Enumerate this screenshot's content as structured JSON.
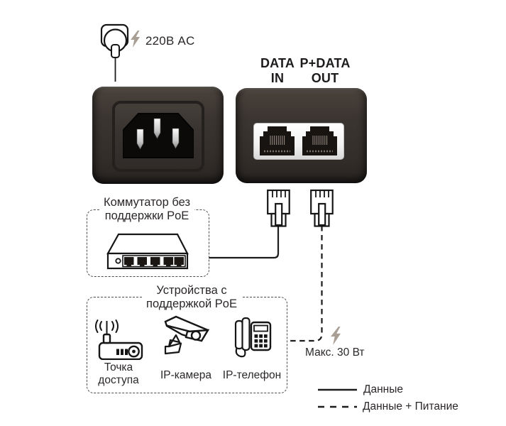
{
  "power_source": {
    "label": "220В AC"
  },
  "injector": {
    "port_in_label": "DATA\nIN",
    "port_out_label": "P+DATA\nOUT"
  },
  "switch_box": {
    "title": "Коммутатор без\nподдержки PoE"
  },
  "devices_box": {
    "title": "Устройства с\nподдержкой PoE",
    "items": [
      {
        "label": "Точка\nдоступа"
      },
      {
        "label": "IP-камера"
      },
      {
        "label": "IP-телефон"
      }
    ]
  },
  "max_power_label": "Макс. 30 Вт",
  "legend": {
    "items": [
      {
        "style": "solid",
        "label": "Данные"
      },
      {
        "style": "dashed",
        "label": "Данные + Питание"
      }
    ]
  },
  "colors": {
    "device_body": "#3a3531",
    "lightning": "#a89e94",
    "line": "#1c1c1c"
  }
}
